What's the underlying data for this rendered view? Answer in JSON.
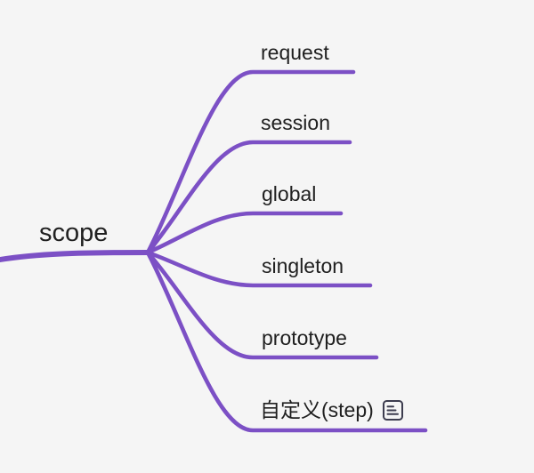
{
  "root": {
    "label": "scope"
  },
  "branches": [
    {
      "label": "request"
    },
    {
      "label": "session"
    },
    {
      "label": "global"
    },
    {
      "label": "singleton"
    },
    {
      "label": "prototype"
    },
    {
      "label": "自定义(step)",
      "note_icon": "notes-icon"
    }
  ],
  "colors": {
    "branch": "#7c50c5",
    "background": "#f5f5f5",
    "text": "#202020",
    "note_icon": "#3d3d4f"
  }
}
